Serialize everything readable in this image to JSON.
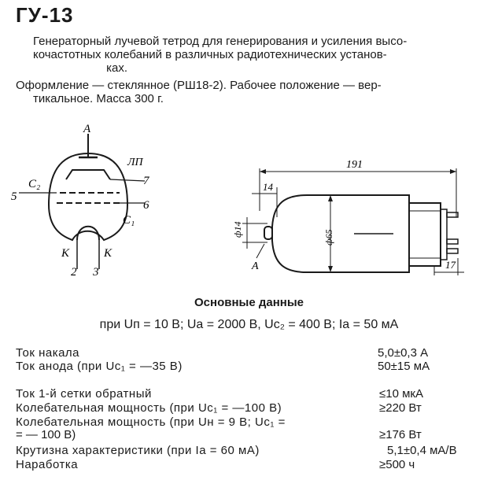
{
  "title": "ГУ-13",
  "description": {
    "line1": "Генераторный лучевой тетрод для генерирования и усиления высо-",
    "line2": "кочастотных колебаний в различных радиотехнических установ-",
    "line3": "ках.",
    "line4": "Оформление — стеклянное (РШ18-2). Рабочее положение — вер-",
    "line5": "тикальное. Масса 300 г."
  },
  "schematic": {
    "anode": "А",
    "beam_plates": "ЛП",
    "grid2": "С₂",
    "grid1": "С₁",
    "cathode_left": "К",
    "cathode_right": "К",
    "pin_5": "5",
    "pin_7": "7",
    "pin_6": "6",
    "pin_2": "2",
    "pin_3": "3"
  },
  "drawing": {
    "length": "191",
    "cap_length": "14",
    "cap_diameter": "ф14",
    "bulb_diameter": "ф65",
    "base_length": "17",
    "anode_label": "А"
  },
  "section_title": "Основные данные",
  "conditions": "при Uп = 10 В; Uа = 2000 В, Uс₂ = 400 В; Iа = 50 мА",
  "params": [
    {
      "label": "Ток накала",
      "value": "5,0±0,3 А"
    },
    {
      "label": "Ток анода (при Uс₁ = —35 В)",
      "value": "50±15 мА"
    },
    {
      "label": "Ток 1-й сетки обратный",
      "value": "≤10 мкА"
    },
    {
      "label": "Колебательная мощность (при Uс₁ = —100 В)",
      "value": "≥220 Вт"
    },
    {
      "label": "Колебательная мощность (при Uн = 9 В; Uс₁ =",
      "label2": "= — 100 В)",
      "value": "≥176 Вт"
    },
    {
      "label": "Крутизна характеристики (при Iа = 60 мА)",
      "value": "5,1±0,4 мА/В"
    },
    {
      "label": "Наработка",
      "value": "≥500 ч"
    }
  ]
}
